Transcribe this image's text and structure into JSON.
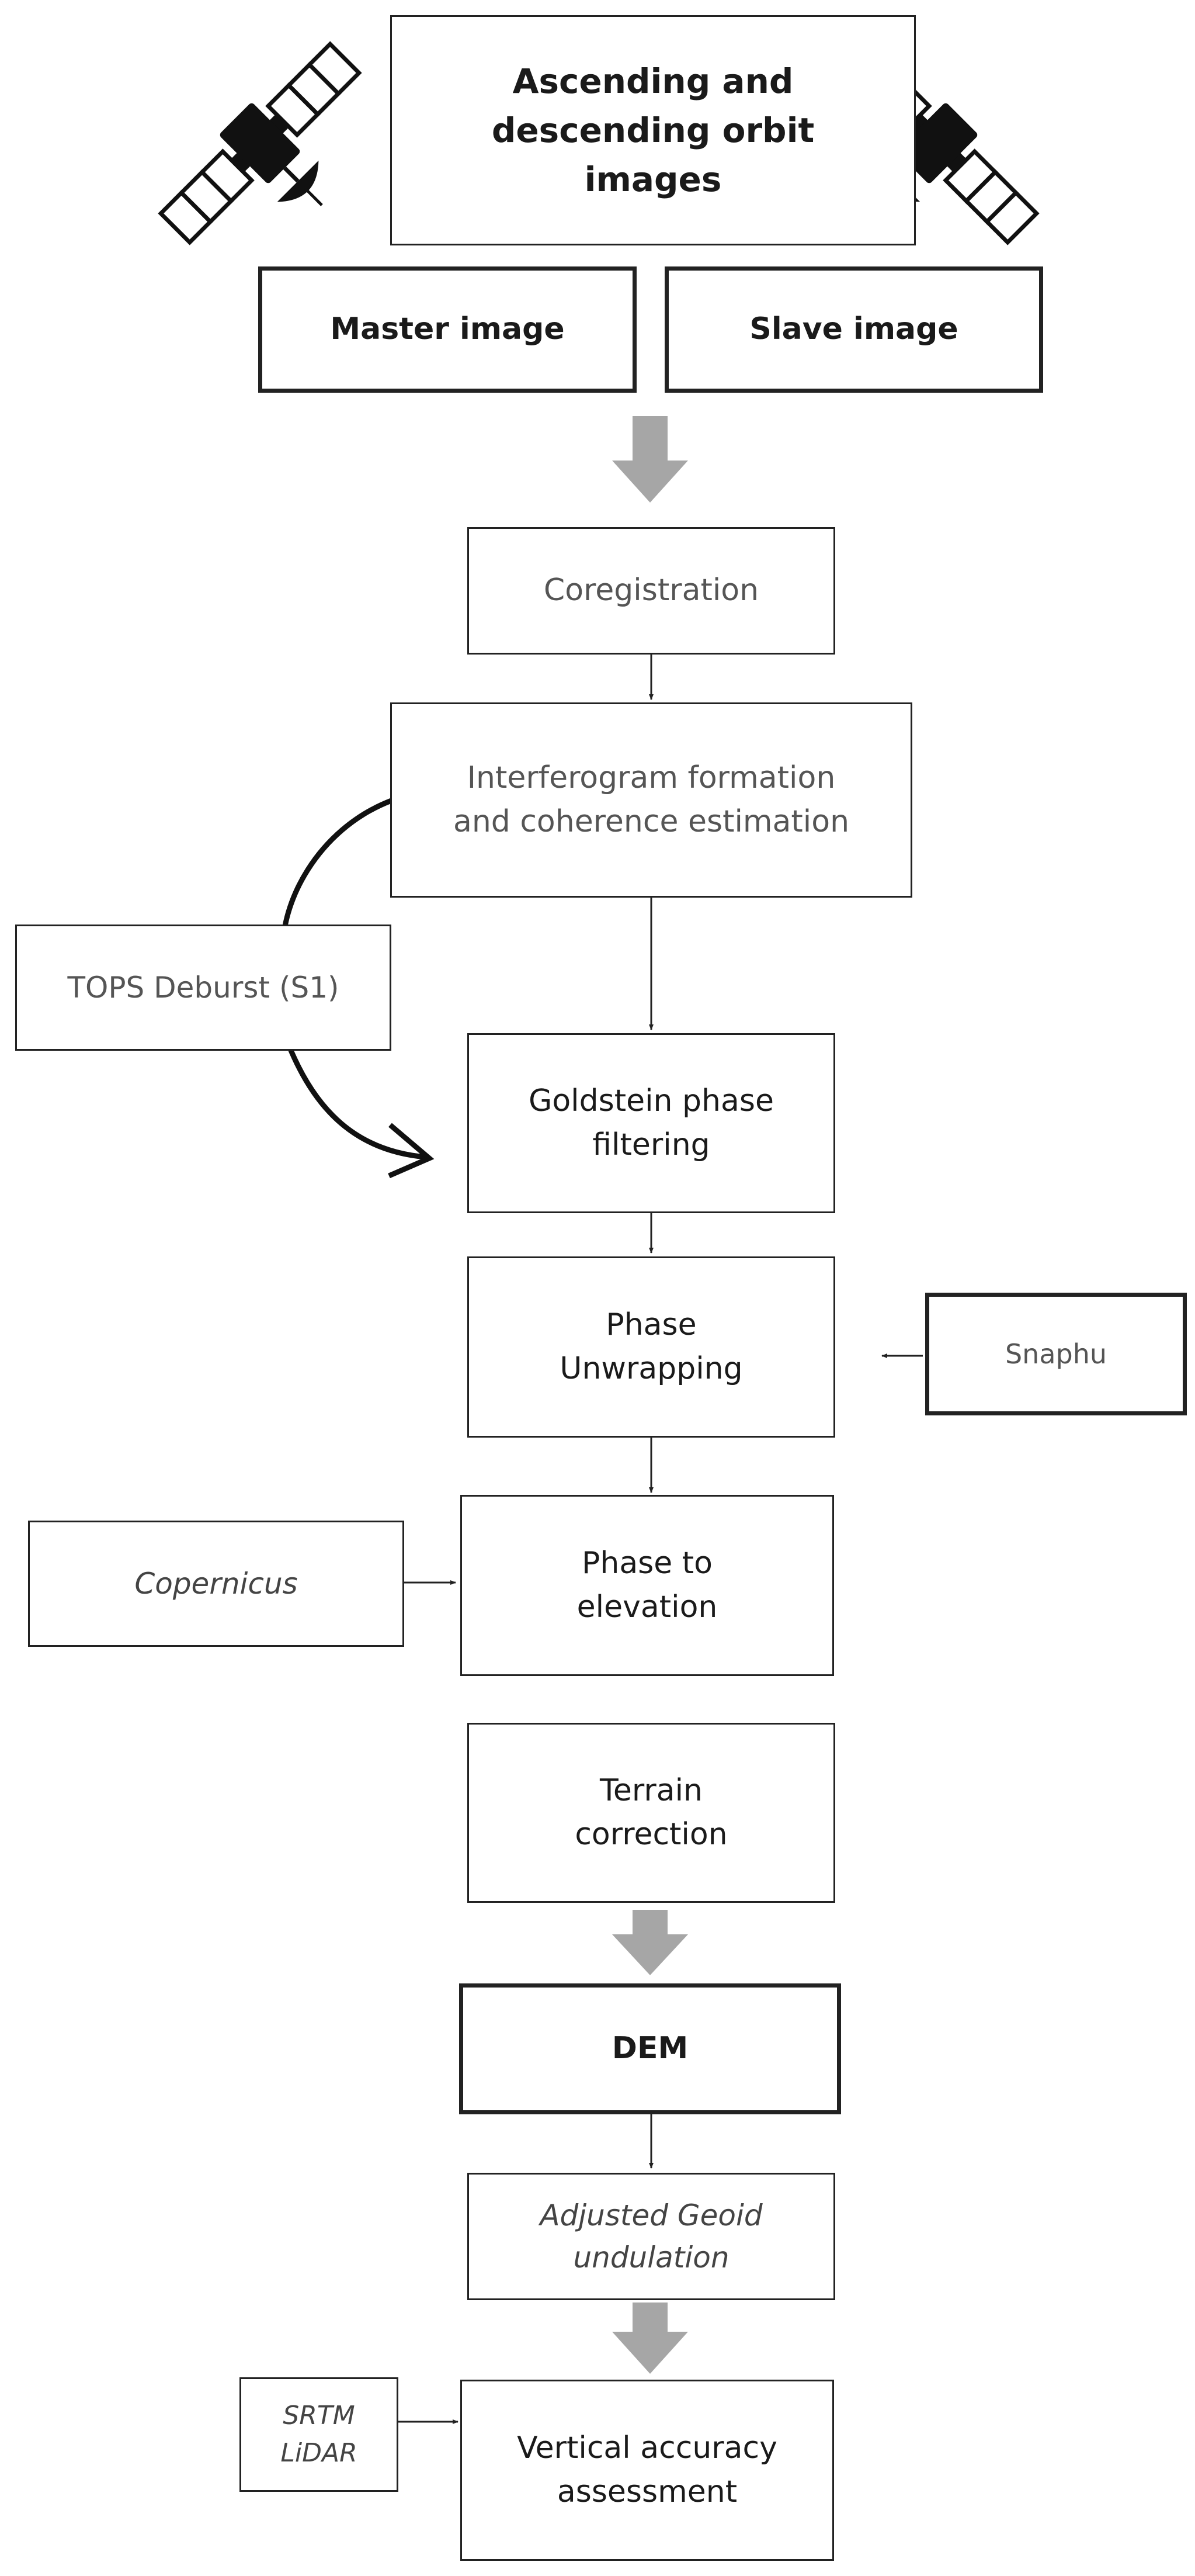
{
  "nodes": {
    "input_images": "Ascending and\ndescending orbit\nimages",
    "master_image": "Master image",
    "slave_image": "Slave image",
    "coregistration": "Coregistration",
    "interferogram": "Interferogram formation\nand coherence estimation",
    "tops_deburst": "TOPS Deburst (S1)",
    "goldstein": "Goldstein phase\nfiltering",
    "phase_unwrapping": "Phase\nUnwrapping",
    "snaphu": "Snaphu",
    "copernicus": "Copernicus",
    "phase_to_elevation": "Phase to\nelevation",
    "terrain_correction": "Terrain\ncorrection",
    "dem": "DEM",
    "geoid": "Adjusted Geoid\nundulation",
    "srtm_lidar": "SRTM\nLiDAR",
    "vertical_accuracy": "Vertical accuracy\nassessment"
  },
  "icons": {
    "left_satellite": "satellite-icon",
    "right_satellite": "satellite-icon"
  },
  "colors": {
    "block_arrow": "#a6a6a6",
    "line": "#222222"
  }
}
